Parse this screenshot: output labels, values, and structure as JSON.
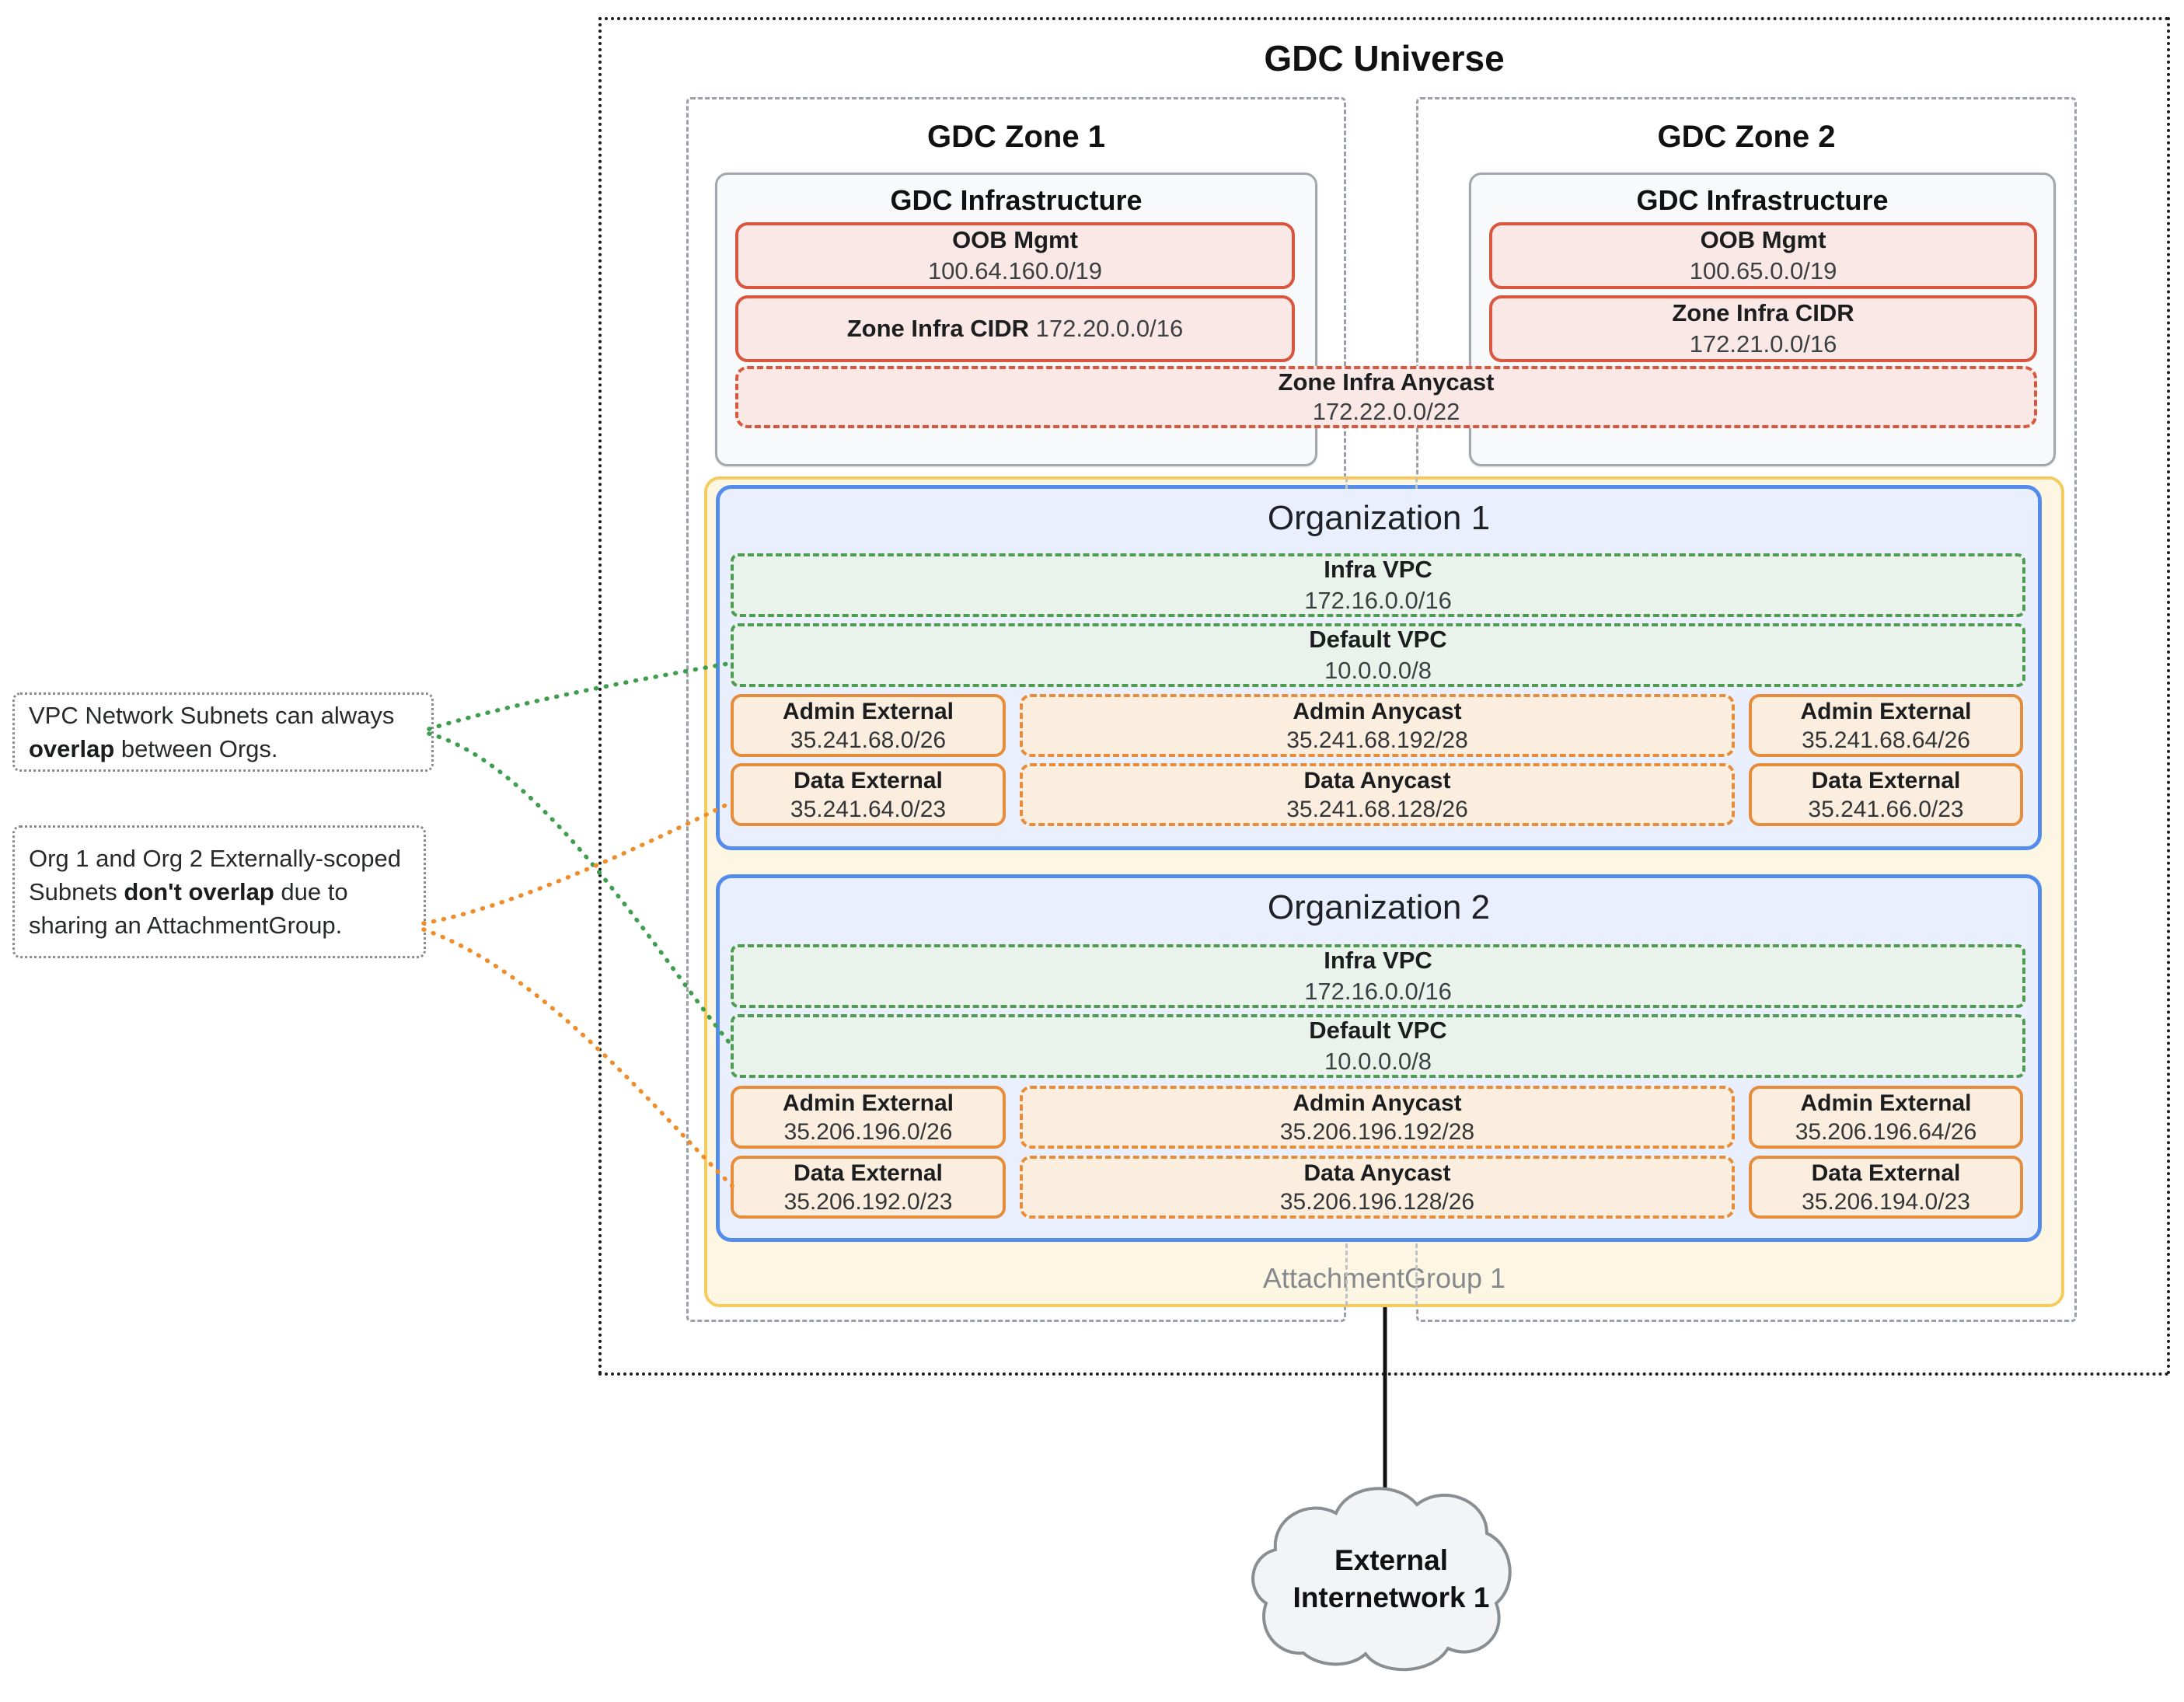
{
  "diagram": {
    "title": "GDC Universe",
    "zones": [
      {
        "title": "GDC Zone 1",
        "infra_title": "GDC Infrastructure",
        "oob_label": "OOB Mgmt",
        "oob_cidr": "100.64.160.0/19",
        "infra_cidr_label": "Zone Infra CIDR",
        "infra_cidr": "172.20.0.0/16"
      },
      {
        "title": "GDC Zone 2",
        "infra_title": "GDC Infrastructure",
        "oob_label": "OOB Mgmt",
        "oob_cidr": "100.65.0.0/19",
        "infra_cidr_label": "Zone Infra CIDR",
        "infra_cidr": "172.21.0.0/16"
      }
    ],
    "zone_anycast": {
      "label": "Zone Infra Anycast",
      "cidr": "172.22.0.0/22"
    },
    "organizations": [
      {
        "title": "Organization 1",
        "infra_vpc_label": "Infra VPC",
        "infra_vpc_cidr": "172.16.0.0/16",
        "default_vpc_label": "Default VPC",
        "default_vpc_cidr": "10.0.0.0/8",
        "subnets": [
          {
            "label": "Admin External",
            "cidr": "35.241.68.0/26"
          },
          {
            "label": "Admin Anycast",
            "cidr": "35.241.68.192/28"
          },
          {
            "label": "Admin External",
            "cidr": "35.241.68.64/26"
          },
          {
            "label": "Data External",
            "cidr": "35.241.64.0/23"
          },
          {
            "label": "Data Anycast",
            "cidr": "35.241.68.128/26"
          },
          {
            "label": "Data External",
            "cidr": "35.241.66.0/23"
          }
        ]
      },
      {
        "title": "Organization 2",
        "infra_vpc_label": "Infra VPC",
        "infra_vpc_cidr": "172.16.0.0/16",
        "default_vpc_label": "Default VPC",
        "default_vpc_cidr": "10.0.0.0/8",
        "subnets": [
          {
            "label": "Admin External",
            "cidr": "35.206.196.0/26"
          },
          {
            "label": "Admin Anycast",
            "cidr": "35.206.196.192/28"
          },
          {
            "label": "Admin External",
            "cidr": "35.206.196.64/26"
          },
          {
            "label": "Data External",
            "cidr": "35.206.192.0/23"
          },
          {
            "label": "Data Anycast",
            "cidr": "35.206.196.128/26"
          },
          {
            "label": "Data External",
            "cidr": "35.206.194.0/23"
          }
        ]
      }
    ],
    "attachment_group_label": "AttachmentGroup 1",
    "cloud": {
      "line1": "External",
      "line2": "Internetwork 1"
    },
    "annotations": [
      {
        "pre": "VPC Network Subnets can always ",
        "bold": "overlap",
        "post": " between Orgs."
      },
      {
        "pre": "Org 1 and Org 2 Externally-scoped Subnets ",
        "bold": "don't overlap",
        "post": " due to sharing an AttachmentGroup."
      }
    ],
    "colors": {
      "red_border": "#D9563F",
      "red_fill": "#F9E8E6",
      "green_border": "#4E9B52",
      "green_fill": "#E9F3EB",
      "blue_border": "#548CEC",
      "blue_fill": "#E9EFFC",
      "orange_border": "#E78C3A",
      "orange_fill": "#FBEEDF",
      "yellow_border": "#F4CB5C",
      "yellow_fill": "#FCF6E2",
      "zone_dash": "#9AA0A6",
      "connector_green": "#3F9E4D",
      "connector_orange": "#F08C2A"
    }
  }
}
